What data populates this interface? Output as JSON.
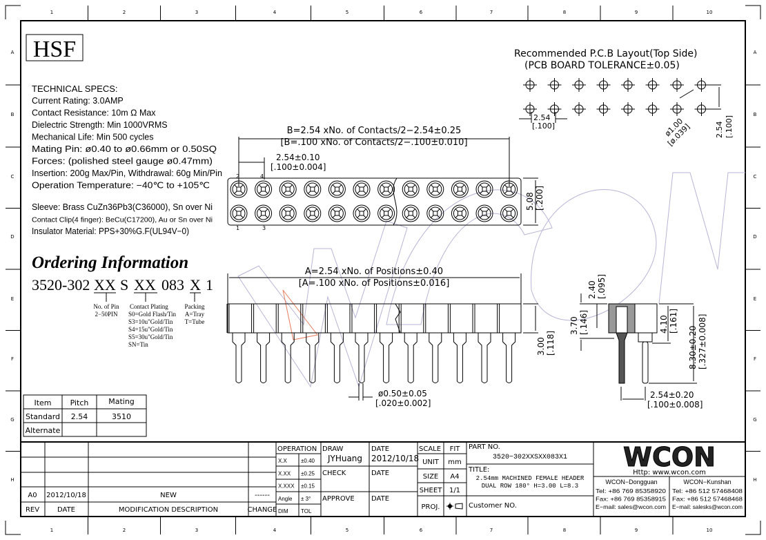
{
  "frame": {
    "columns": [
      "1",
      "2",
      "3",
      "4",
      "5",
      "6",
      "7",
      "8",
      "9",
      "10"
    ],
    "rows": [
      "A",
      "B",
      "C",
      "D",
      "E",
      "F",
      "G",
      "H"
    ]
  },
  "logo_hsf": "HSF",
  "specs": {
    "heading": "TECHNICAL SPECS:",
    "lines": [
      "Current Rating: 3.0AMP",
      "Contact Resistance: 10m Ω  Max",
      "Dielectric Strength:  Min 1000VRMS",
      "Mechanical Life:  Min 500 cycles",
      "Mating Pin: ø0.40  to  ø0.66mm  or  0.50SQ",
      "Forces:  (polished steel gauge ø0.47mm)",
      "Insertion: 200g Max/Pin, Withdrawal: 60g Min/Pin",
      "Operation Temperature: −40℃  to  +105℃"
    ],
    "materials": [
      "Sleeve: Brass  CuZn36Pb3(C36000), Sn over Ni",
      "Contact Clip(4 finger): BeCu(C17200), Au or Sn over Ni",
      "Insulator Material: PPS+30%G.F(UL94V−0)"
    ]
  },
  "ordering": {
    "heading": "Ordering Information",
    "code_parts": [
      "3520-302",
      "XX",
      "S",
      "XX",
      "083",
      "X",
      "1"
    ],
    "pin_label": [
      "No. of Pin",
      "2−50PIN"
    ],
    "plating_label": [
      "Contact Plating",
      "S0=Gold Flash/Tin",
      "S3=10u\"Gold/Tin",
      "S4=15u\"Gold/Tin",
      "S5=30u\"Gold/Tin",
      "SN=Tin"
    ],
    "packing_label": [
      "Packing",
      "A=Tray",
      "T=Tube"
    ]
  },
  "pcb": {
    "title": "Recommended P.C.B Layout(Top Side)",
    "subtitle": "(PCB BOARD TOLERANCE±0.05)",
    "pitch": [
      "2.54",
      "[.100]"
    ],
    "hole": [
      "ø1.00",
      "[ø.039]"
    ],
    "row_pitch": [
      "2.54",
      "[.100]"
    ]
  },
  "top_view": {
    "dim_b": [
      "B=2.54 xNo. of Contacts/2−2.54±0.25",
      "[B=.100 xNo. of Contacts/2−.100±0.010]"
    ],
    "dim_pitch": [
      "2.54±0.10",
      "[.100±0.004]"
    ],
    "dim_width": [
      "5.08",
      "[.200]"
    ],
    "pin_numbers": [
      "2",
      "4",
      "1",
      "3"
    ]
  },
  "front_view": {
    "dim_a": [
      "A=2.54 xNo. of Positions±0.40",
      "[A=.100 xNo. of Positions±0.016]"
    ],
    "dim_height": [
      "3.00",
      "[.118]"
    ],
    "dim_pin": [
      "ø0.50±0.05",
      "[.020±0.002]"
    ]
  },
  "side_view": {
    "d1": [
      "2.40",
      "[.095]"
    ],
    "d2": [
      "3.70",
      "[.146]"
    ],
    "d3": [
      "4.10",
      "[.161]"
    ],
    "d4": [
      "8.30±0.20",
      "[.327±0.008]"
    ],
    "d5": [
      "2.54±0.20",
      "[.100±0.008]"
    ]
  },
  "mating_table": {
    "headers": [
      "Item",
      "Pitch",
      "Mating"
    ],
    "rows": [
      [
        "Standard",
        "2.54",
        "3510"
      ],
      [
        "Alternate",
        "",
        ""
      ]
    ]
  },
  "revision": {
    "row": [
      "A0",
      "2012/10/18",
      "NEW",
      "------"
    ],
    "headers": [
      "REV",
      "DATE",
      "MODIFICATION  DESCRIPTION",
      "CHANGE"
    ]
  },
  "title_block": {
    "operation": "OPERATION",
    "tolerances": [
      [
        "X.X",
        "±0.40"
      ],
      [
        "X.XX",
        "±0.25"
      ],
      [
        "X.XXX",
        "±0.15"
      ],
      [
        "Angle",
        "± 3°"
      ],
      [
        "DIM",
        "TOL"
      ]
    ],
    "draw": "DRAW",
    "drawer": "JYHuang",
    "date_label": "DATE",
    "date": "2012/10/18",
    "check": "CHECK",
    "approve": "APPROVE",
    "scale": [
      "SCALE",
      "FIT"
    ],
    "unit": [
      "UNIT",
      "mm"
    ],
    "size": [
      "SIZE",
      "A4"
    ],
    "sheet": [
      "SHEET",
      "1/1"
    ],
    "proj": "PROJ.",
    "part_no_label": "PART NO.",
    "part_no": "3520−302XXSXX083X1",
    "title_label": "TITLE:",
    "title_lines": [
      "2.54mm MACHINED FEMALE HEADER",
      "DUAL ROW 180°  H=3.00  L=8.3"
    ],
    "customer": "Customer NO."
  },
  "company": {
    "logo": "WCON",
    "http": "Http:  www.wcon.com",
    "offices": [
      {
        "name": "WCON−Dongguan",
        "tel": "Tel:  +86  769  85358920",
        "fax": "Fax:  +86  769  85358915",
        "email": "E−mail:  sales@wcon.com"
      },
      {
        "name": "WCON−Kunshan",
        "tel": "Tel:  +86  512  57468408",
        "fax": "Fax:  +86  512  57468468",
        "email": "E−mail:  salesks@wcon.com"
      }
    ]
  }
}
